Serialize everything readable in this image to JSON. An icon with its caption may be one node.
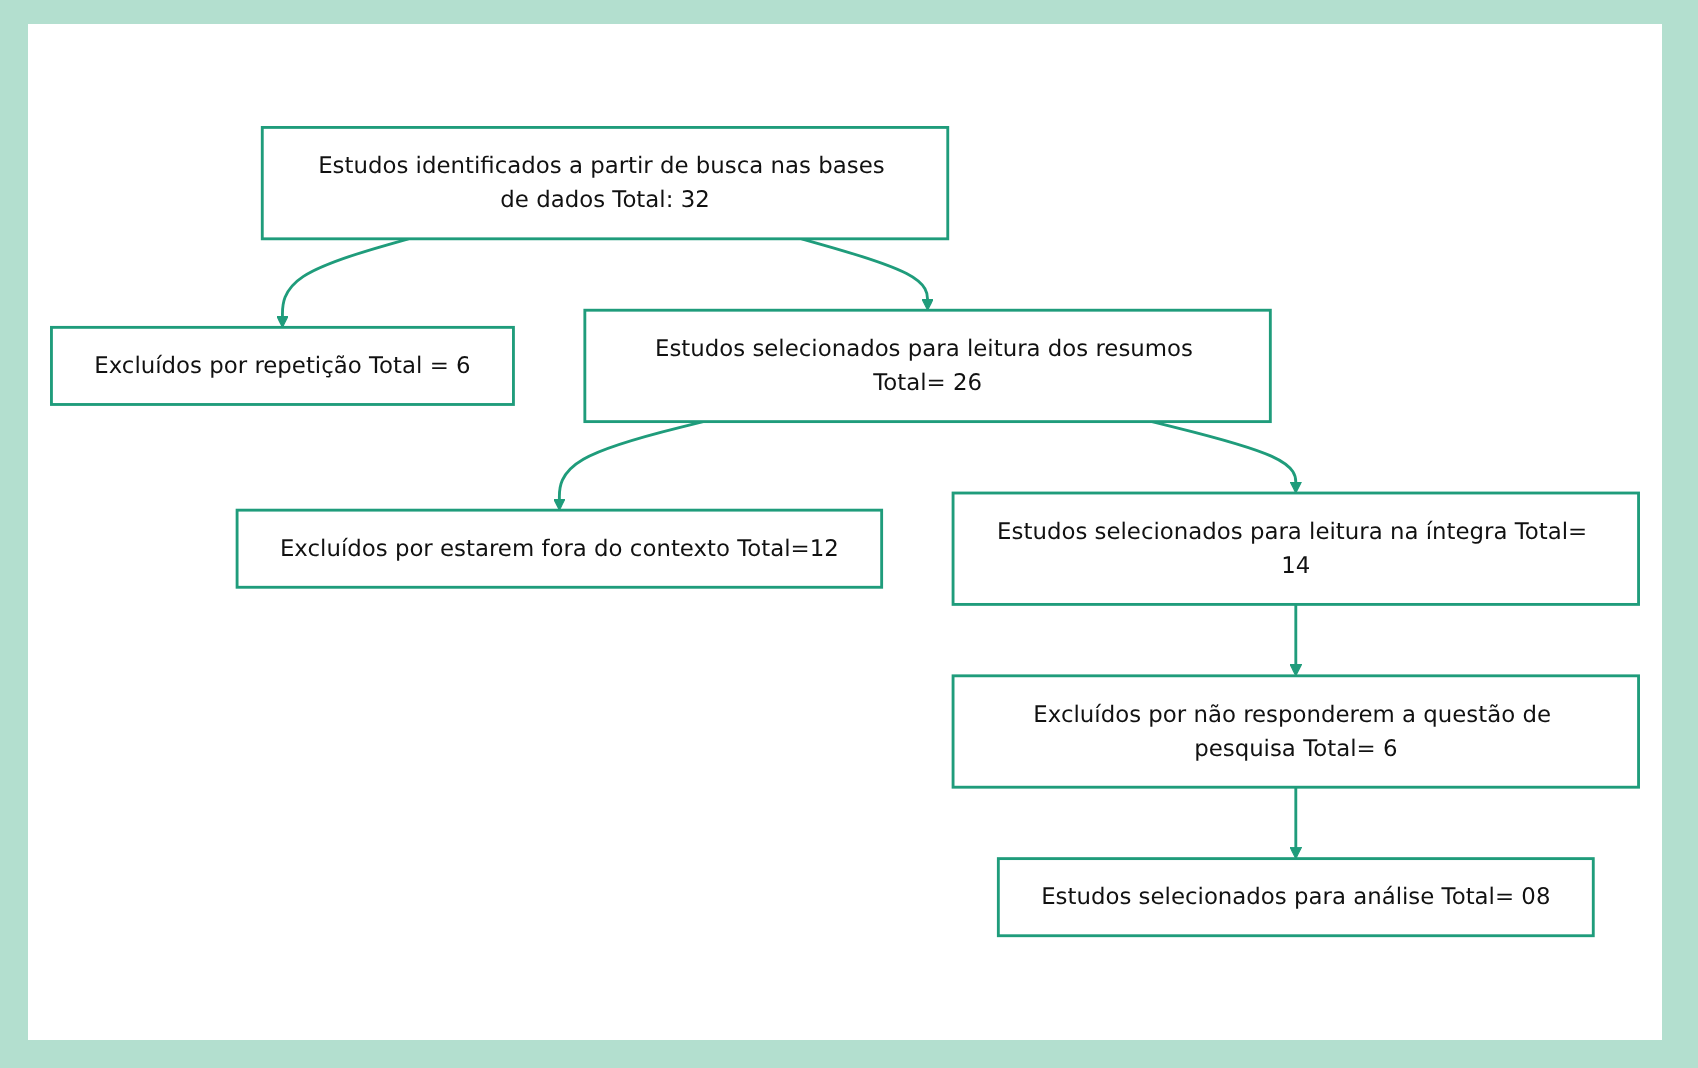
{
  "diagram": {
    "nodes": [
      {
        "text": [
          "Estudos identificados a partir de busca nas bases de dados Total: 32"
        ]
      },
      {
        "text": [
          "Excluídos por repetição Total = 6"
        ]
      },
      {
        "text": [
          "Estudos selecionados para leitura dos resumos Total= 26"
        ]
      },
      {
        "text": [
          "Excluídos por estarem fora do contexto Total=12"
        ]
      },
      {
        "text": [
          "Estudos selecionados para leitura na íntegra Total= 14"
        ]
      },
      {
        "text": [
          "Excluídos por não responderem a questão de pesquisa Total= 6"
        ]
      },
      {
        "text": [
          "Estudos selecionados para análise Total= 08"
        ]
      }
    ],
    "edges": [
      {
        "from": 0,
        "to": 1,
        "arrow": "to"
      },
      {
        "from": 0,
        "to": 2,
        "arrow": "to"
      },
      {
        "from": 2,
        "to": 3,
        "arrow": "to"
      },
      {
        "from": 2,
        "to": 4,
        "arrow": "to"
      },
      {
        "from": 4,
        "to": 5,
        "arrow": "to"
      },
      {
        "from": 5,
        "to": 6,
        "arrow": "to"
      }
    ]
  }
}
